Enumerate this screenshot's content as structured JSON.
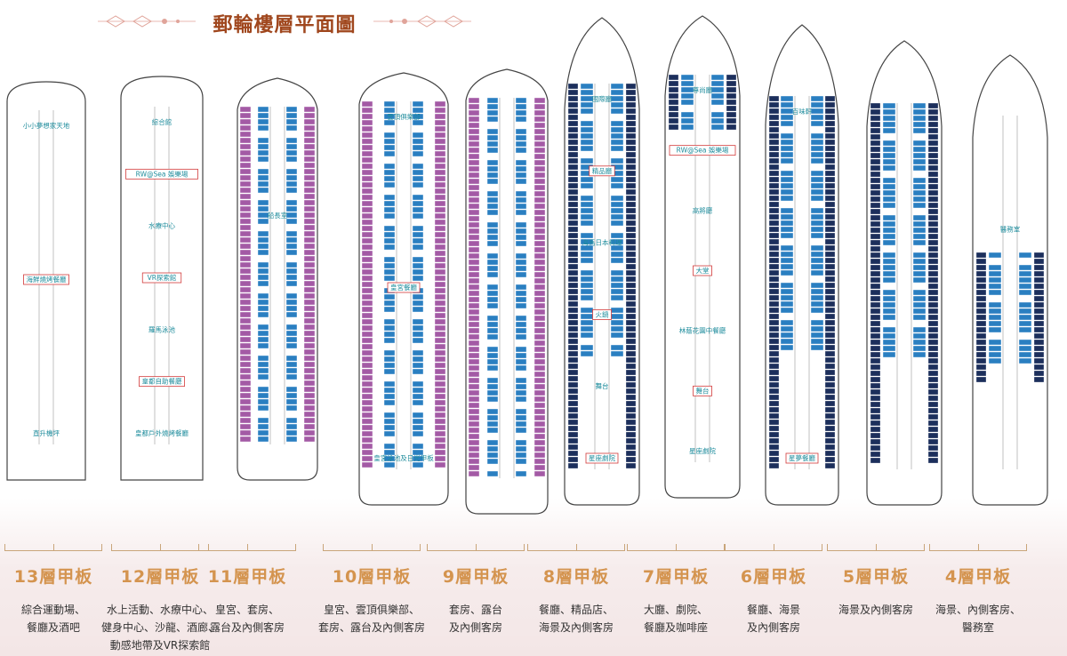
{
  "header": {
    "title": "郵輪樓層平面圖"
  },
  "colors": {
    "title": "#a0471e",
    "deck_label": "#d4944f",
    "cabin_blue": "#2a7fc1",
    "suite_purple": "#a35aa5",
    "label_teal": "#1e8c9c",
    "highlight_red": "#d23a3a"
  },
  "decks": [
    {
      "label": "13層甲板",
      "lines": [
        "綜合運動場、",
        "餐廳及酒吧"
      ],
      "map_labels": [
        "小小夢想家天地",
        "海鮮燒烤餐廳",
        "直升機坪"
      ]
    },
    {
      "label": "12層甲板",
      "lines": [
        "水上活動、水療中心、",
        "健身中心、沙龍、酒廊、",
        "動感地帶及VR探索館"
      ],
      "map_labels": [
        "綜合館",
        "RW@Sea 娛樂場",
        "水療中心",
        "VR探索館",
        "羅馬泳池",
        "皇都自助餐廳",
        "皇都戶外燒烤餐廳"
      ]
    },
    {
      "label": "11層甲板",
      "lines": [
        "皇宮、套房、",
        "露台及內側客房"
      ],
      "map_labels": [
        "船長室"
      ]
    },
    {
      "label": "10層甲板",
      "lines": [
        "皇宮、雲頂俱樂部、",
        "套房、露台及內側客房"
      ],
      "map_labels": [
        "雲頂俱樂部",
        "皇宮餐廳",
        "皇宮泳池及日光甲板"
      ]
    },
    {
      "label": "9層甲板",
      "lines": [
        "套房、露台",
        "及內側客房"
      ],
      "map_labels": []
    },
    {
      "label": "8層甲板",
      "lines": [
        "餐廳、精品店、",
        "海景及內側客房"
      ],
      "map_labels": [
        "國際廳",
        "精品廳",
        "海馬日本料理",
        "火鍋",
        "舞台",
        "星座劇院"
      ]
    },
    {
      "label": "7層甲板",
      "lines": [
        "大廳、劇院、",
        "餐廳及咖啡座"
      ],
      "map_labels": [
        "尊尚廳",
        "RW@Sea 娛樂場",
        "高將廳",
        "大堂",
        "林蔭花園中餐廳",
        "舞台",
        "星座劇院"
      ]
    },
    {
      "label": "6層甲板",
      "lines": [
        "餐廳、海景",
        "及內側客房"
      ],
      "map_labels": [
        "百味軒",
        "星夢餐廳"
      ]
    },
    {
      "label": "5層甲板",
      "lines": [
        "海景及內側客房"
      ],
      "map_labels": []
    },
    {
      "label": "4層甲板",
      "lines": [
        "海景、內側客房、",
        "醫務室"
      ],
      "map_labels": [
        "醫務室"
      ]
    }
  ]
}
